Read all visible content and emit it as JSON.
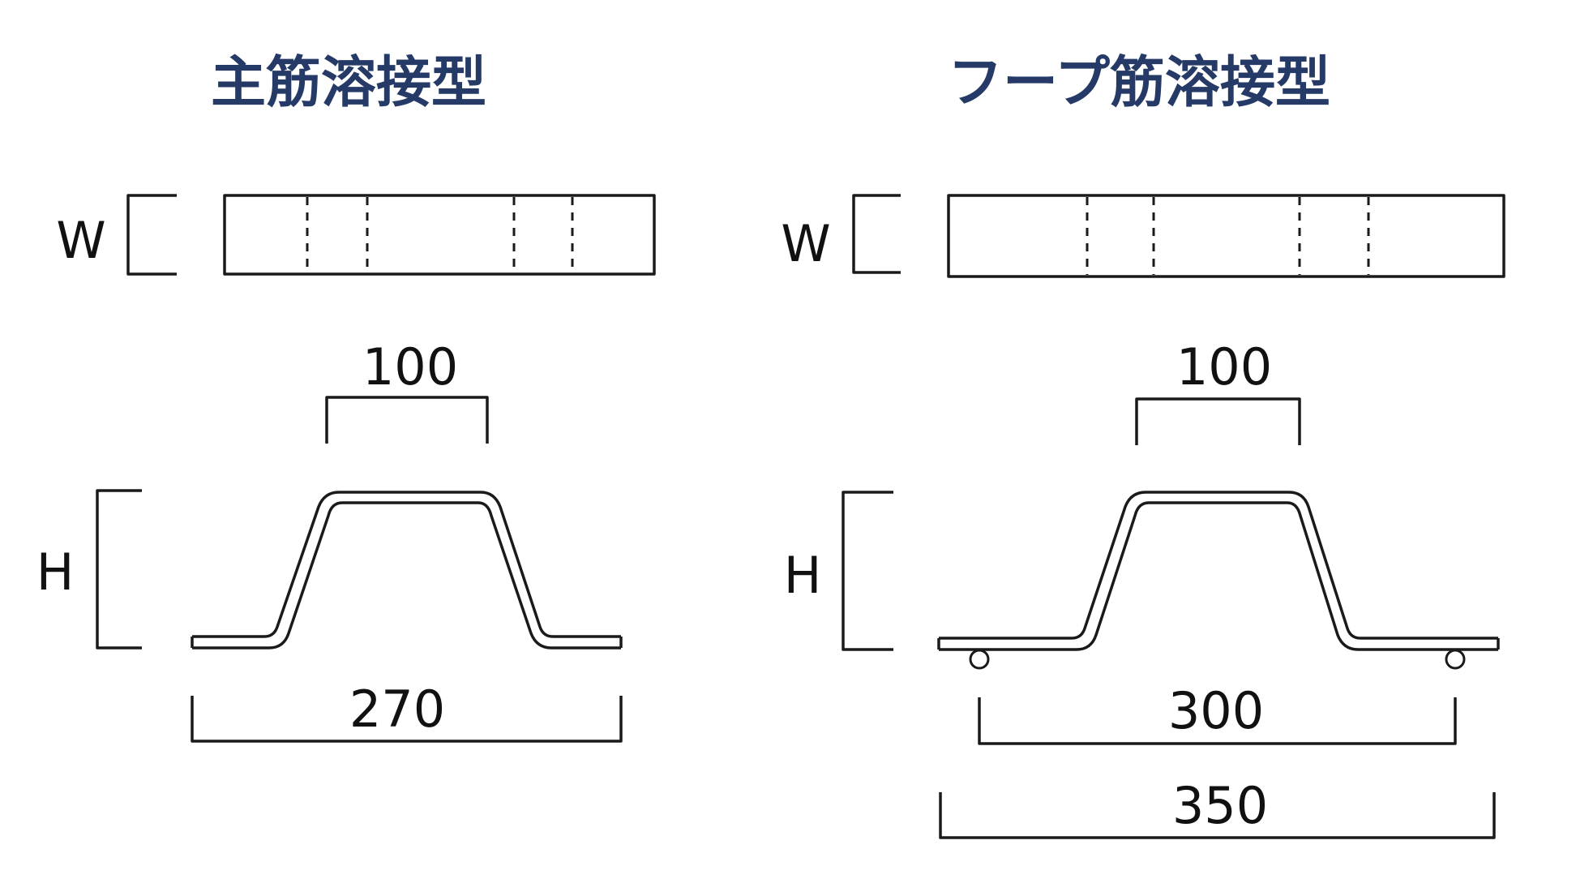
{
  "left_panel": {
    "title": "主筋溶接型",
    "w_label": "W",
    "h_label": "H",
    "top_width": "100",
    "bottom_width": "270"
  },
  "right_panel": {
    "title": "フープ筋溶接型",
    "w_label": "W",
    "h_label": "H",
    "top_width": "100",
    "inner_width": "300",
    "outer_width": "350"
  },
  "colors": {
    "title": "#253a67",
    "line": "#1a1a1a"
  }
}
